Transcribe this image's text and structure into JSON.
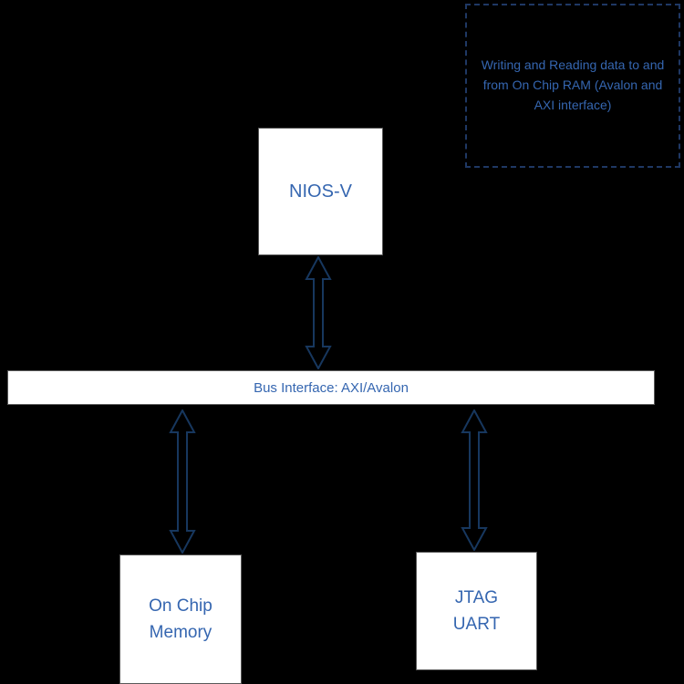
{
  "diagram": {
    "annotation": {
      "text": "Writing and Reading data to and\nfrom On Chip RAM (Avalon and\nAXI interface)"
    },
    "nodes": {
      "nios": {
        "label": "NIOS-V"
      },
      "bus": {
        "label": "Bus Interface: AXI/Avalon"
      },
      "memory": {
        "label": "On Chip\nMemory"
      },
      "uart": {
        "label": "JTAG\nUART"
      }
    },
    "colors": {
      "background": "#000000",
      "node_background": "#FFFFFF",
      "label_text": "#3566B0",
      "annotation_border": "#1F3864",
      "arrow_outline": "#17375E"
    }
  }
}
